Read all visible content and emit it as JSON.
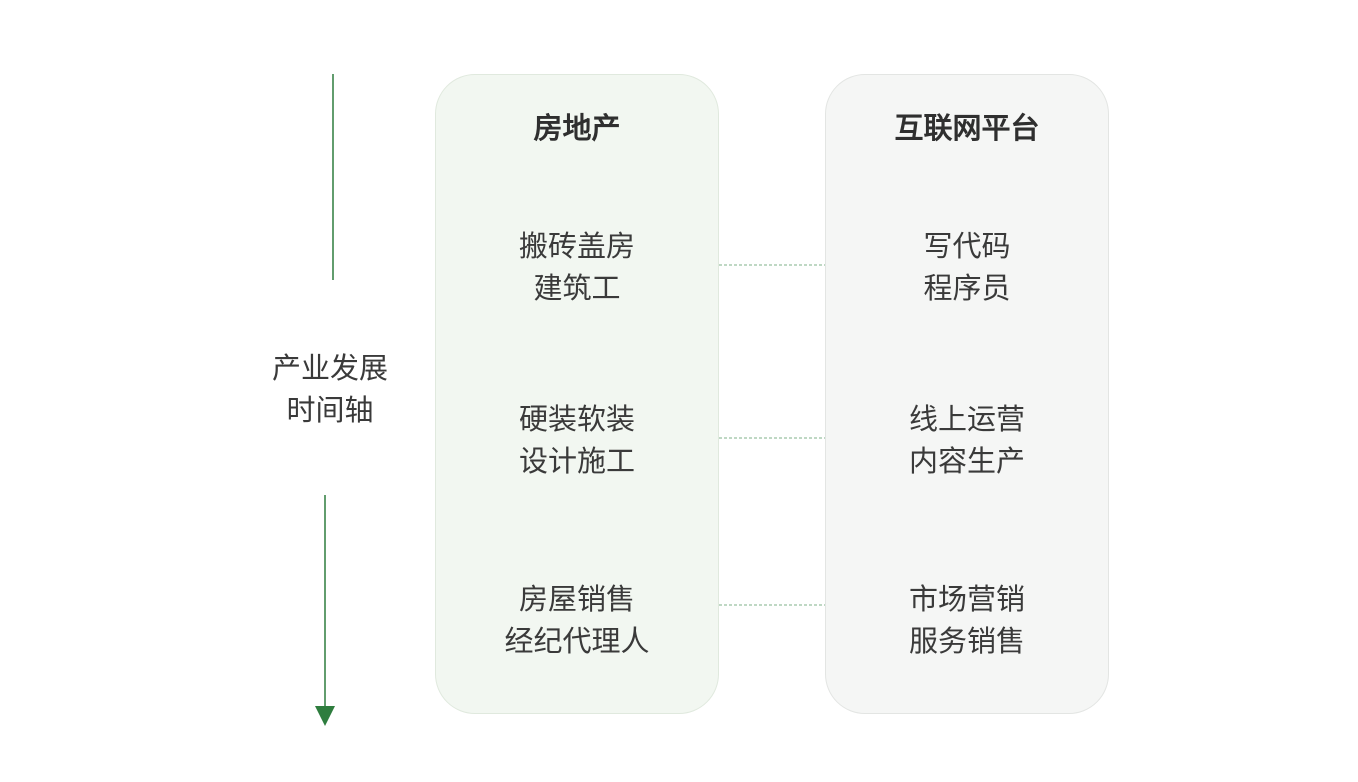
{
  "axis": {
    "label_line1": "产业发展",
    "label_line2": "时间轴"
  },
  "columns": [
    {
      "title": "房地产",
      "nodes": [
        {
          "line1": "搬砖盖房",
          "line2": "建筑工"
        },
        {
          "line1": "硬装软装",
          "line2": "设计施工"
        },
        {
          "line1": "房屋销售",
          "line2": "经纪代理人"
        }
      ]
    },
    {
      "title": "互联网平台",
      "nodes": [
        {
          "line1": "写代码",
          "line2": "程序员"
        },
        {
          "line1": "线上运营",
          "line2": "内容生产"
        },
        {
          "line1": "市场营销",
          "line2": "服务销售"
        }
      ]
    }
  ],
  "colors": {
    "arrow": "#2e7d3e",
    "connector": "#7fb08a",
    "left_panel": "#f2f7f1",
    "right_panel": "#f5f6f5"
  }
}
